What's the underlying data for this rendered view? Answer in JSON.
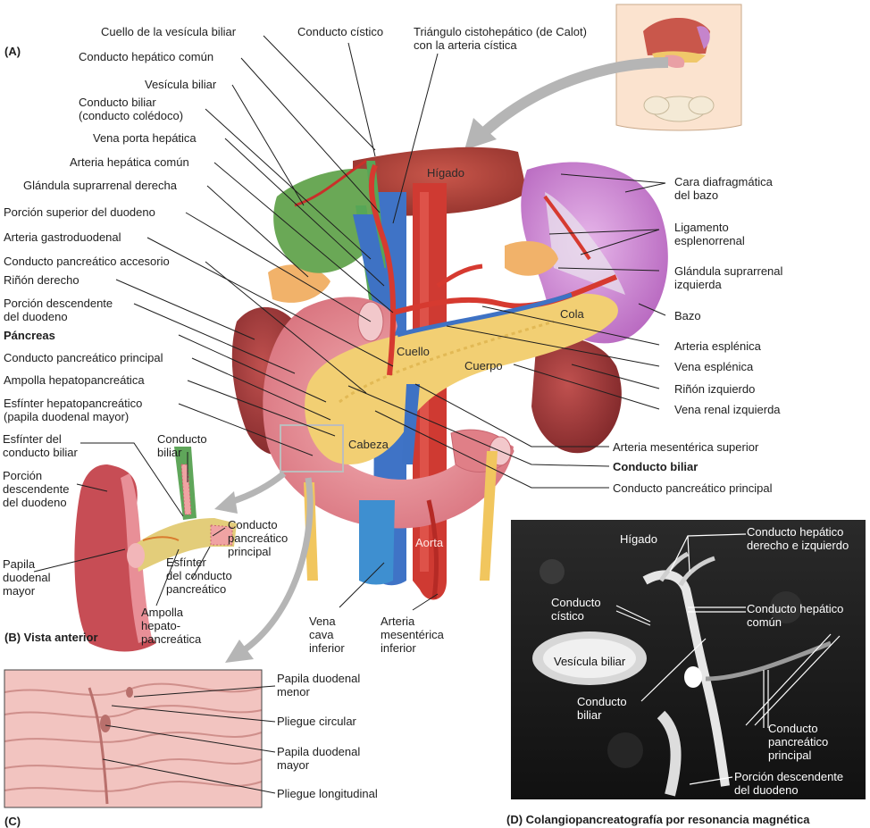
{
  "panels": {
    "a": "(A)",
    "b": "(B) Vista anterior",
    "c": "(C)",
    "d": "(D) Colangiopancreatografía por resonancia magnética"
  },
  "labels_top": {
    "cuello_vesicula": "Cuello de la vesícula biliar",
    "conducto_cistico": "Conducto cístico",
    "triangulo": "Triángulo cistohepático (de Calot)\ncon la arteria cística"
  },
  "labels_left": {
    "hepatico_comun": "Conducto hepático común",
    "vesicula": "Vesícula biliar",
    "biliar_coledoco": "Conducto biliar\n(conducto colédoco)",
    "vena_porta": "Vena porta hepática",
    "arteria_hepatica": "Arteria hepática común",
    "suprarrenal_der": "Glándula suprarrenal derecha",
    "duodeno_sup": "Porción superior del duodeno",
    "gastroduodenal": "Arteria gastroduodenal",
    "pancreatico_accesorio": "Conducto pancreático accesorio",
    "rinon_der": "Riñón derecho",
    "duodeno_desc": "Porción descendente\ndel duodeno",
    "pancreas": "Páncreas",
    "pancreatico_principal": "Conducto pancreático principal",
    "ampolla": "Ampolla hepatopancreática",
    "esfinter_hp": "Esfínter hepatopancreático\n(papila duodenal mayor)"
  },
  "labels_right": {
    "cara_diafragmatica": "Cara diafragmática\ndel bazo",
    "ligamento": "Ligamento\nesplenorrenal",
    "suprarrenal_izq": "Glándula suprarrenal\nizquierda",
    "bazo": "Bazo",
    "arteria_esplenica": "Arteria esplénica",
    "vena_esplenica": "Vena esplénica",
    "rinon_izq": "Riñón izquierdo",
    "vena_renal": "Vena renal izquierda",
    "mesenterica_sup": "Arteria mesentérica superior",
    "conducto_biliar": "Conducto biliar",
    "pancreatico_principal_r": "Conducto pancreático principal"
  },
  "organ_labels": {
    "higado": "Hígado",
    "cola": "Cola",
    "cuello": "Cuello",
    "cuerpo": "Cuerpo",
    "cabeza": "Cabeza",
    "aorta": "Aorta"
  },
  "labels_bottom_a": {
    "vena_cava": "Vena\ncava\ninferior",
    "mesenterica_inf": "Arteria\nmesentérica\ninferior"
  },
  "labels_b": {
    "esfinter_biliar": "Esfínter del\nconducto biliar",
    "conducto_biliar": "Conducto\nbiliar",
    "duodeno_desc": "Porción\ndescendente\ndel duodeno",
    "pancreatico_principal": "Conducto\npancreático\nprincipal",
    "papila_mayor": "Papila\nduodenal\nmayor",
    "esfinter_pancreatico": "Esfínter\ndel conducto\npancreático",
    "ampolla": "Ampolla\nhepato-\npancreática"
  },
  "labels_c": {
    "papila_menor": "Papila duodenal\nmenor",
    "pliegue_circular": "Pliegue circular",
    "papila_mayor": "Papila duodenal\nmayor",
    "pliegue_longitudinal": "Pliegue longitudinal"
  },
  "labels_d": {
    "higado": "Hígado",
    "hepatico_der_izq": "Conducto hepático\nderecho e izquierdo",
    "cistico": "Conducto\ncístico",
    "hepatico_comun": "Conducto hepático\ncomún",
    "vesicula": "Vesícula biliar",
    "biliar": "Conducto\nbiliar",
    "pancreatico_principal": "Conducto\npancreático\nprincipal",
    "duodeno_desc": "Porción descendente\ndel duodeno"
  },
  "colors": {
    "liver": "#b5463c",
    "spleen": "#d28fd6",
    "pancreas": "#f2cf73",
    "duodenum": "#e88f97",
    "kidney": "#a83a3d",
    "artery": "#d63a30",
    "vein": "#3d6ec2",
    "bile": "#5aa85a",
    "gallbladder": "#5e9b4a"
  }
}
